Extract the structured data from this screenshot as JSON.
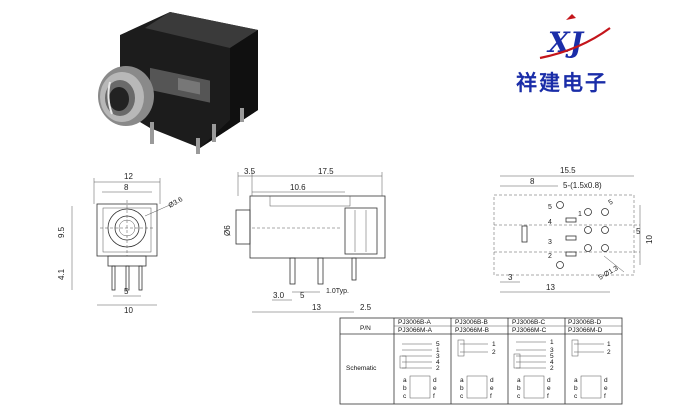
{
  "brand": {
    "logo_text": "XJ",
    "company_name": "祥建电子",
    "colors": {
      "brand": "#1a2da8",
      "logo_red": "#c4151b"
    }
  },
  "front_view": {
    "width_outer": "12",
    "width_inner": "8",
    "hole_dia": "Ø3.6",
    "height_body": "9.5",
    "height_pins": "4.1",
    "pin_pitch": "5",
    "bottom_width": "10"
  },
  "side_view": {
    "offset_left": "3.5",
    "total_length": "17.5",
    "body_length": "10.6",
    "bore_dia": "Ø6",
    "pin_offset": "3.0",
    "pin_spacing": "5",
    "pin_width": "1.0Typ.",
    "base_length": "13",
    "tail_offset": "2.5"
  },
  "pcb_view": {
    "overall_width": "15.5",
    "first_col": "8",
    "slot_spec": "5-(1.5x0.8)",
    "hole_spec": "5-Ø1.3",
    "row_pitch": "5",
    "total_height": "10",
    "left_offset": "3",
    "base_width": "13",
    "pad_labels": [
      "5",
      "1",
      "4",
      "3",
      "2"
    ]
  },
  "schematic_table": {
    "header_pn": "P/N",
    "header_schematic": "Schematic",
    "columns": [
      {
        "pn_top": "PJ3006B-A",
        "pn_bottom": "PJ3066M-A",
        "pins": [
          "5",
          "1",
          "3",
          "4",
          "2"
        ]
      },
      {
        "pn_top": "PJ3006B-B",
        "pn_bottom": "PJ3066M-B",
        "pins": [
          "1",
          "2"
        ]
      },
      {
        "pn_top": "PJ3006B-C",
        "pn_bottom": "PJ3066M-C",
        "pins": [
          "1",
          "3",
          "5",
          "4",
          "2"
        ]
      },
      {
        "pn_top": "PJ3006B-D",
        "pn_bottom": "PJ3066M-D",
        "pins": [
          "1",
          "2"
        ]
      }
    ],
    "footprint_letters": [
      "a",
      "b",
      "c",
      "d",
      "e",
      "f"
    ]
  }
}
